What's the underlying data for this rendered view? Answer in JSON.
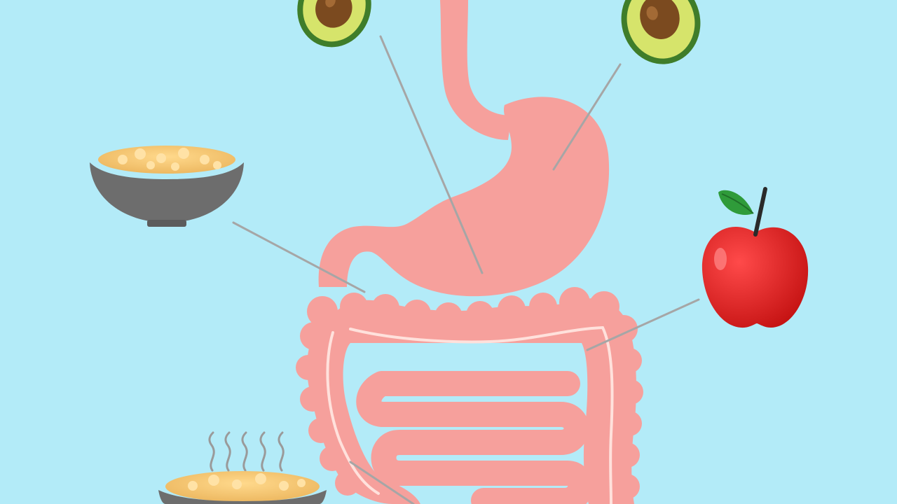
{
  "diagram": {
    "subject": "digestive-system",
    "colors": {
      "background": "#b3ebf8",
      "organ": "#f6a09c",
      "organ_highlight": "#ffe1dc",
      "leader_line": "#a6a6a6",
      "avocado_skin": "#3f7d2a",
      "avocado_flesh": "#d6e46b",
      "avocado_pit": "#7b4a1f",
      "bowl": "#6d6d6d",
      "oats": "#f3c36f",
      "apple": "#d61a1a",
      "leaf": "#2f9b3a"
    },
    "items": [
      {
        "id": "avocado-left",
        "icon": "avocado-icon"
      },
      {
        "id": "avocado-right",
        "icon": "avocado-icon"
      },
      {
        "id": "oat-bowl",
        "icon": "oatmeal-bowl-icon"
      },
      {
        "id": "apple",
        "icon": "apple-icon"
      },
      {
        "id": "hot-oat-bowl",
        "icon": "hot-oatmeal-bowl-icon"
      }
    ]
  }
}
